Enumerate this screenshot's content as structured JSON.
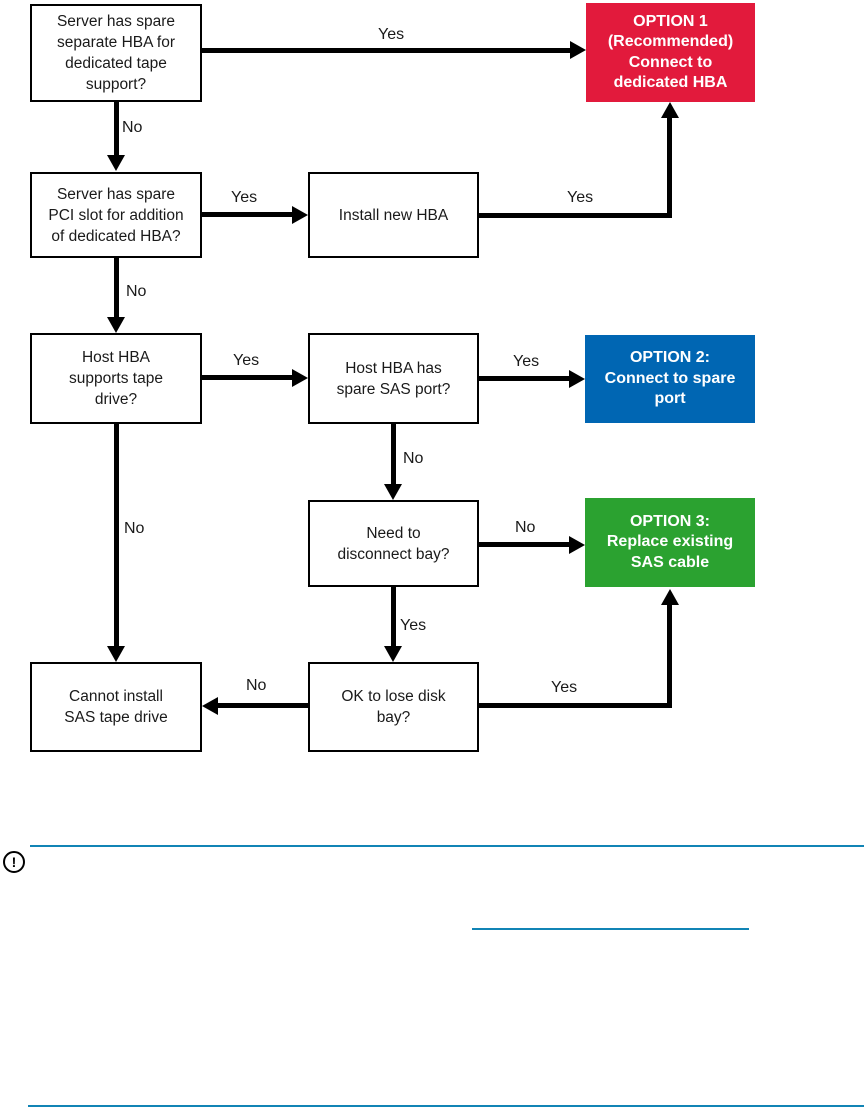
{
  "diagram": {
    "nodes": {
      "server_spare_hba": "Server has spare\nseparate HBA for\ndedicated tape\nsupport?",
      "server_spare_pci": "Server has spare\nPCI slot for addition\nof dedicated HBA?",
      "install_new_hba": "Install new HBA",
      "host_hba_supports": "Host HBA\nsupports tape\ndrive?",
      "host_hba_spare_port": "Host HBA has\nspare SAS port?",
      "need_disconnect_bay": "Need to\ndisconnect bay?",
      "ok_lose_disk_bay": "OK to lose disk\nbay?",
      "cannot_install": "Cannot install\nSAS tape drive"
    },
    "options": {
      "option1": {
        "text": "OPTION 1\n(Recommended)\nConnect to\ndedicated HBA",
        "color": "#E21A3C"
      },
      "option2": {
        "text": "OPTION 2:\nConnect to spare\nport",
        "color": "#0066B3"
      },
      "option3": {
        "text": "OPTION 3:\nReplace existing\nSAS cable",
        "color": "#2BA230"
      }
    },
    "labels": {
      "yes": "Yes",
      "no": "No"
    }
  },
  "note": {
    "icon_glyph": "!"
  },
  "colors": {
    "rule": "#1184B5",
    "line": "#000000"
  }
}
